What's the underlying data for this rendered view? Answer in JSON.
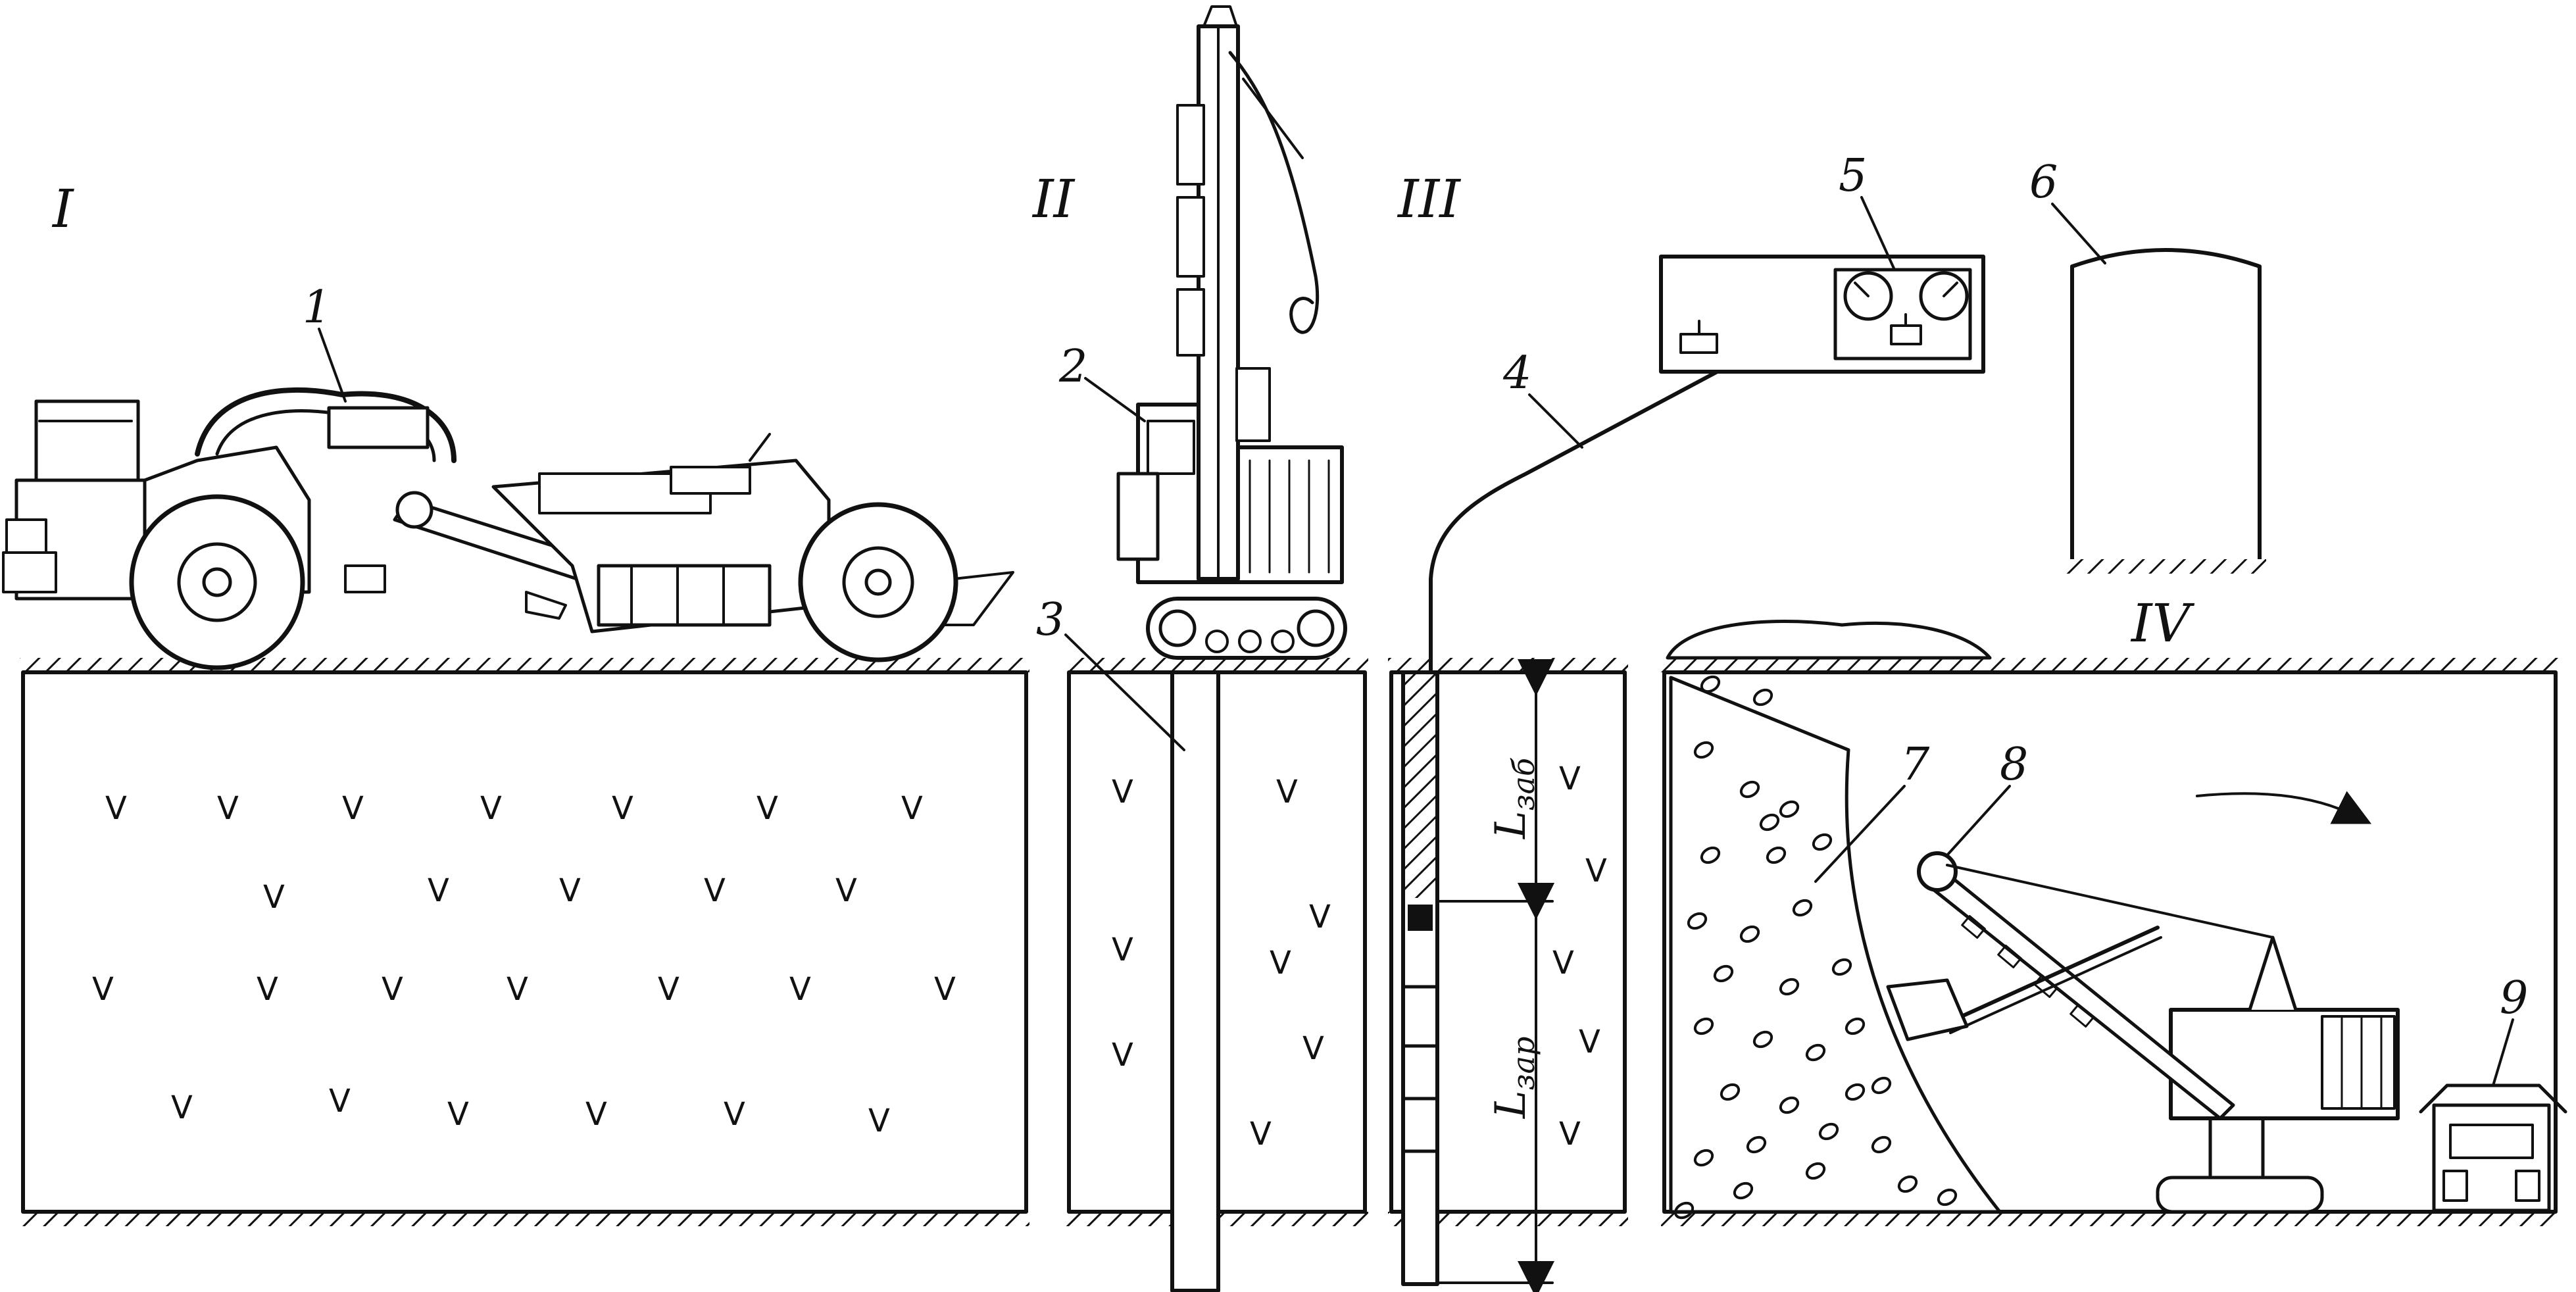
{
  "stages": [
    {
      "id": "I",
      "label": "I"
    },
    {
      "id": "II",
      "label": "II"
    },
    {
      "id": "III",
      "label": "III"
    },
    {
      "id": "IV",
      "label": "IV"
    }
  ],
  "callouts": [
    "1",
    "2",
    "3",
    "4",
    "5",
    "6",
    "7",
    "8",
    "9"
  ],
  "dimensions": {
    "stemming_length": "L",
    "stemming_sub": "заб",
    "charge_length": "L",
    "charge_sub": "зар"
  },
  "rock_symbol": "V"
}
